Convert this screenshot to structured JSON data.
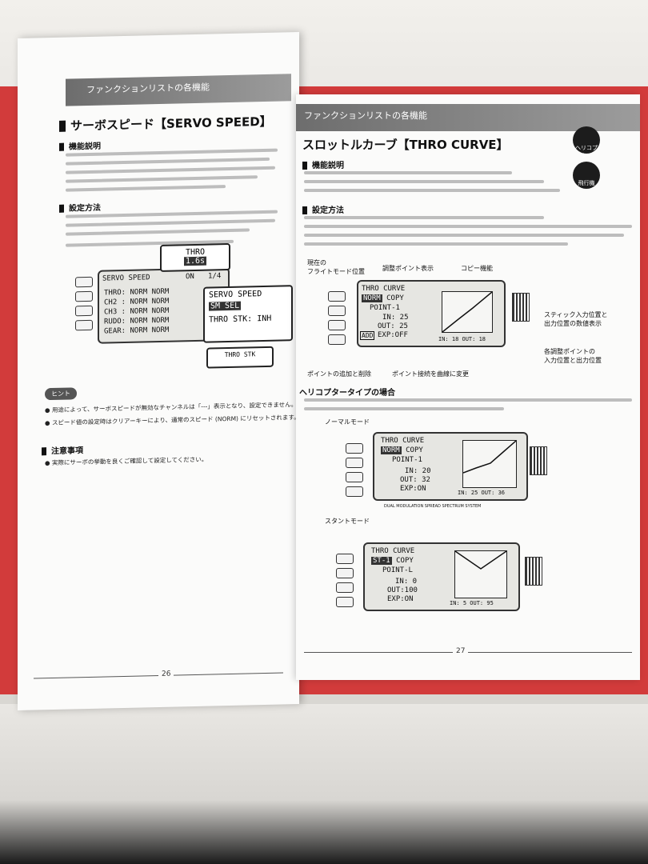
{
  "left_page": {
    "header": "ファンクションリストの各機能",
    "title": "サーボスピード【SERVO SPEED】",
    "section_function": "機能説明",
    "section_setup": "設定方法",
    "lcd": {
      "title": "SERVO SPEED",
      "page": "1/4",
      "on_label": "ON",
      "rows": [
        "THRO: NORM  NORM",
        "CH2 : NORM  NORM",
        "CH3 : NORM  NORM",
        "RUDO: NORM  NORM",
        "GEAR: NORM  NORM"
      ]
    },
    "callout_thro": {
      "label": "THRO",
      "value": "1.6s"
    },
    "callout_main": {
      "title": "SERVO SPEED",
      "mode": "SM SEL",
      "stk_label": "THRO STK:",
      "stk_value": "INH"
    },
    "callout_stk": {
      "label": "THRO STK"
    },
    "hint_label": "ヒント",
    "hint_bullets": [
      "用途によって、サーボスピードが無効なチャンネルは「---」表示となり、設定できません。",
      "スピード値の設定時はクリアーキーにより、通常のスピード (NORM) にリセットされます。"
    ],
    "section_notes": "注意事項",
    "notes_bullets": [
      "実際にサーボの挙動を良くご確認して設定してください。"
    ],
    "page_number": "26"
  },
  "right_page": {
    "header": "ファンクションリストの各機能",
    "title": "スロットルカーブ【THRO CURVE】",
    "section_function": "機能説明",
    "section_setup": "設定方法",
    "icons": [
      {
        "icon": "helicopter-icon",
        "label": "ヘリコプター"
      },
      {
        "icon": "airplane-icon",
        "label": "飛行機"
      }
    ],
    "diagram_labels": {
      "current_mode": "現在の\nフライトモード位置",
      "adjust_point": "調整ポイント表示",
      "copy_func": "コピー機能",
      "stick_pos": "スティック入力位置と\n出力位置の数値表示",
      "each_point": "各調整ポイントの\n入力位置と出力位置",
      "add_delete": "ポイントの追加と削除",
      "curve_change": "ポイント接続を曲線に変更"
    },
    "lcd_main": {
      "title": "THRO CURVE",
      "mode": "NORM",
      "copy": "COPY",
      "point": "POINT-1",
      "in": "IN: 25",
      "out": "OUT: 25",
      "exp": "EXP:OFF",
      "add": "ADD",
      "bottom": "IN: 18 OUT: 18"
    },
    "heli_type": "ヘリコプタータイプの場合",
    "normal_mode_label": "ノーマルモード",
    "lcd_normal": {
      "title": "THRO CURVE",
      "mode": "NORM",
      "copy": "COPY",
      "point": "POINT-1",
      "in": "IN: 20",
      "out": "OUT: 32",
      "exp": "EXP:ON",
      "bottom": "IN: 25 OUT: 36"
    },
    "stunt_mode_label": "スタントモード",
    "lcd_stunt": {
      "title": "THRO CURVE",
      "mode": "ST-1",
      "copy": "COPY",
      "point": "POINT-L",
      "in": "IN: 0",
      "out": "OUT:100",
      "exp": "EXP:ON",
      "bottom": "IN: 5 OUT: 95"
    },
    "footer_strip": "DUAL MODULATION SPREAD SPECTRUM SYSTEM",
    "page_number": "27"
  }
}
